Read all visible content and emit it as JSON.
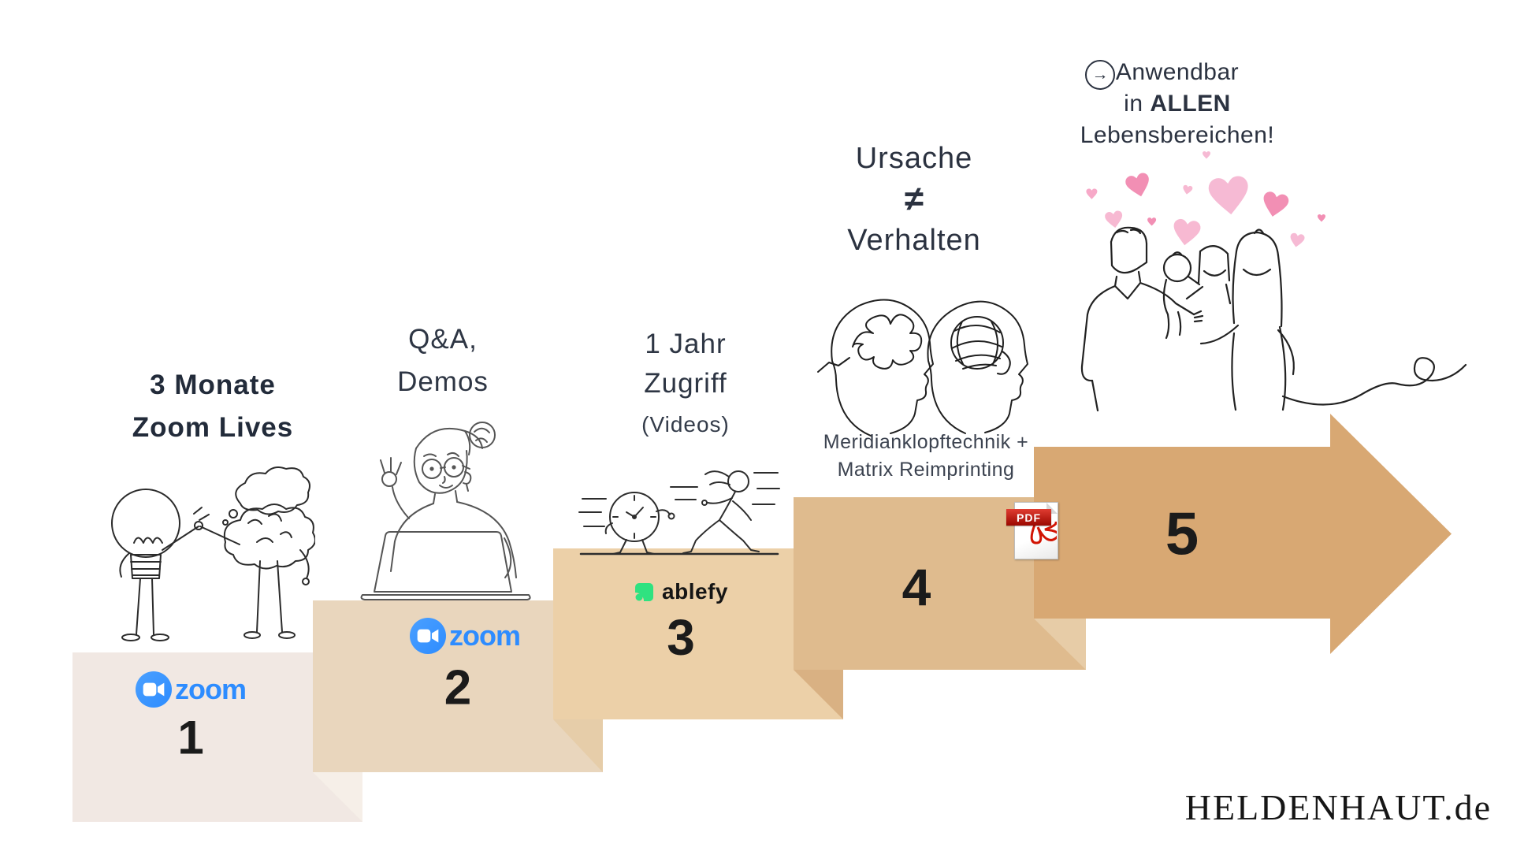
{
  "steps": [
    {
      "number": "1",
      "title_lines": [
        "3 Monate",
        "Zoom Lives"
      ],
      "logo": "zoom",
      "illustration": "lightbulb-and-brain-handshake"
    },
    {
      "number": "2",
      "title_lines": [
        "Q&A,",
        "Demos"
      ],
      "logo": "zoom",
      "illustration": "woman-at-laptop-ok-sign"
    },
    {
      "number": "3",
      "title_lines": [
        "1 Jahr",
        "Zugriff"
      ],
      "subtitle": "(Videos)",
      "logo": "ablefy",
      "illustration": "running-clock-chase"
    },
    {
      "number": "4",
      "title_lines": [
        "Ursache",
        "≠",
        "Verhalten"
      ],
      "note_lines": [
        "Meridianklopftechnik +",
        "Matrix Reimprinting"
      ],
      "pdf_badge": "PDF",
      "illustration": "two-heads-tangle-and-yarn"
    },
    {
      "number": "5",
      "callout": {
        "line1": "Anwendbar",
        "line2_prefix": "in ",
        "line2_bold": "ALLEN",
        "line3": "Lebensbereichen!"
      },
      "illustration": "family-with-hearts"
    }
  ],
  "brand_logos": {
    "zoom_wordmark": "zoom",
    "ablefy_wordmark": "ablefy"
  },
  "icons": {
    "circled_arrow": "→"
  },
  "footer": {
    "brand": "HELDENHAUT",
    "suffix": ".de"
  },
  "colors": {
    "background": "#ffffff",
    "text_dark": "#2b3240",
    "number_black": "#1b1b1b",
    "step_fills": [
      "#f1e8e3",
      "#e9d6bd",
      "#ecd0a8",
      "#dfbb8e",
      "#d8a873"
    ],
    "fold_fills": [
      "#f6efe8",
      "#e6cda9",
      "#d9b183",
      "#e7cca7"
    ],
    "zoom_blue": "#2d8cff",
    "ablefy_green": "#2fe280",
    "pdf_red": "#b00a00",
    "heart_pink_light": "#f6bad4",
    "heart_pink_medium": "#f7a9c8",
    "heart_pink_dark": "#f28fb4"
  }
}
